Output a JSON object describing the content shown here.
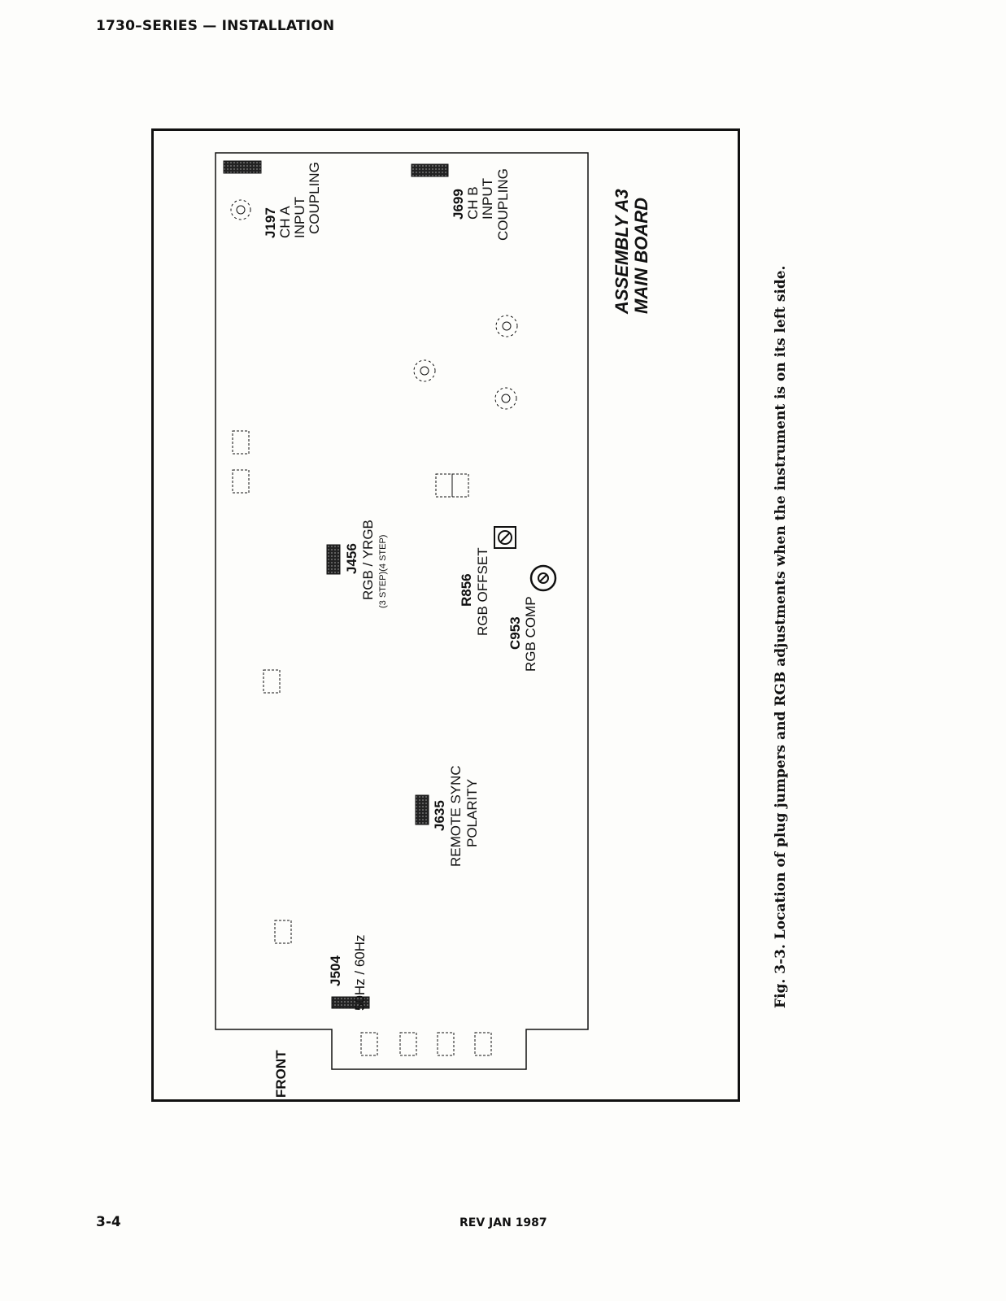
{
  "header": {
    "title": "1730–SERIES — INSTALLATION"
  },
  "footer": {
    "page_number": "3-4",
    "revision": "REV JAN 1987"
  },
  "figure": {
    "caption": "Fig. 3-3. Location of plug jumpers and RGB adjustments when the instrument is on its left side.",
    "assembly": {
      "line1": "ASSEMBLY A3",
      "line2": "MAIN BOARD"
    },
    "front_label": "FRONT",
    "jumpers": {
      "j197": {
        "id": "J197",
        "line1": "CH A",
        "line2": "INPUT",
        "line3": "COUPLING"
      },
      "j699": {
        "id": "J699",
        "line1": "CH B",
        "line2": "INPUT",
        "line3": "COUPLING"
      },
      "j456": {
        "id": "J456",
        "line1": "RGB / YRGB",
        "line2": "(3 STEP)(4 STEP)"
      },
      "j635": {
        "id": "J635",
        "line1": "REMOTE SYNC",
        "line2": "POLARITY"
      },
      "j504": {
        "id": "J504",
        "line1": "50Hz / 60Hz"
      }
    },
    "adjustments": {
      "r856": {
        "id": "R856",
        "label": "RGB OFFSET"
      },
      "c953": {
        "id": "C953",
        "label": "RGB COMP"
      }
    },
    "colors": {
      "ink": "#111111",
      "paper": "#fdfdfb"
    }
  }
}
